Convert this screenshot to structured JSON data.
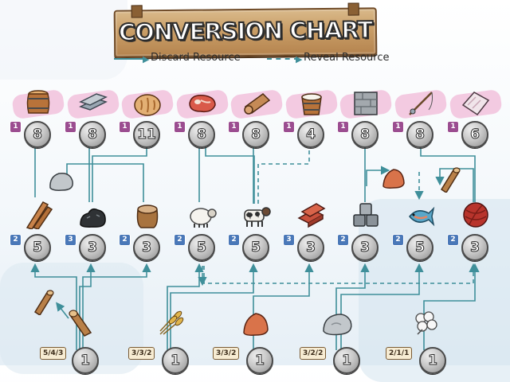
{
  "header": {
    "title": "CONVERSION CHART"
  },
  "legend": {
    "discard_label": "Discard Resource",
    "reveal_label": "Reveal Resource",
    "line_color": "#3f8f9a"
  },
  "colors": {
    "connector": "#3f8f9a",
    "top_badge": "#9b4d90",
    "mid_badge": "#4a78b8",
    "sign_wood": "#c99e67",
    "coin": "#c9c9c9"
  },
  "top_row": [
    {
      "name": "barrel",
      "icon": "barrel-icon",
      "value": "8",
      "badge": "1"
    },
    {
      "name": "iron-bars",
      "icon": "iron-bars-icon",
      "value": "8",
      "badge": "1"
    },
    {
      "name": "bread",
      "icon": "bread-icon",
      "value": "11",
      "badge": "1"
    },
    {
      "name": "meat",
      "icon": "meat-icon",
      "value": "8",
      "badge": "1"
    },
    {
      "name": "leather",
      "icon": "leather-roll-icon",
      "value": "8",
      "badge": "1"
    },
    {
      "name": "milk-bucket",
      "icon": "milk-bucket-icon",
      "value": "4",
      "badge": "1"
    },
    {
      "name": "stone-block",
      "icon": "stone-block-icon",
      "value": "8",
      "badge": "1"
    },
    {
      "name": "fishing-rod",
      "icon": "fishing-rod-icon",
      "value": "8",
      "badge": "1"
    },
    {
      "name": "cloth",
      "icon": "cloth-icon",
      "value": "6",
      "badge": "1"
    }
  ],
  "middle_row": [
    {
      "name": "planks",
      "icon": "planks-icon",
      "value": "5",
      "badge": "2"
    },
    {
      "name": "coal",
      "icon": "coal-icon",
      "value": "3",
      "badge": "3"
    },
    {
      "name": "flour-sack",
      "icon": "flour-sack-icon",
      "value": "3",
      "badge": "2"
    },
    {
      "name": "sheep",
      "icon": "sheep-icon",
      "value": "5",
      "badge": "2"
    },
    {
      "name": "cow",
      "icon": "cow-icon",
      "value": "5",
      "badge": "2"
    },
    {
      "name": "bricks",
      "icon": "bricks-icon",
      "value": "3",
      "badge": "3"
    },
    {
      "name": "stone-blocks",
      "icon": "stone-blocks-icon",
      "value": "3",
      "badge": "2"
    },
    {
      "name": "fish",
      "icon": "fish-icon",
      "value": "5",
      "badge": "2"
    },
    {
      "name": "yarn",
      "icon": "yarn-ball-icon",
      "value": "3",
      "badge": "2"
    }
  ],
  "bottom_row": [
    {
      "name": "wood",
      "icon": "log-icon",
      "value": "1",
      "ratio": "5/4/3"
    },
    {
      "name": "wheat",
      "icon": "wheat-icon",
      "value": "1",
      "ratio": "3/3/2"
    },
    {
      "name": "clay",
      "icon": "clay-icon",
      "value": "1",
      "ratio": "3/3/2"
    },
    {
      "name": "stone",
      "icon": "stone-icon",
      "value": "1",
      "ratio": "3/2/2"
    },
    {
      "name": "wool",
      "icon": "wool-icon",
      "value": "1",
      "ratio": "2/1/1"
    }
  ],
  "side_items": [
    {
      "name": "rock",
      "icon": "rock-icon"
    },
    {
      "name": "clay-lump",
      "icon": "clay-lump-icon"
    },
    {
      "name": "log-upper",
      "icon": "log-icon"
    },
    {
      "name": "log-lower",
      "icon": "log-icon"
    }
  ]
}
